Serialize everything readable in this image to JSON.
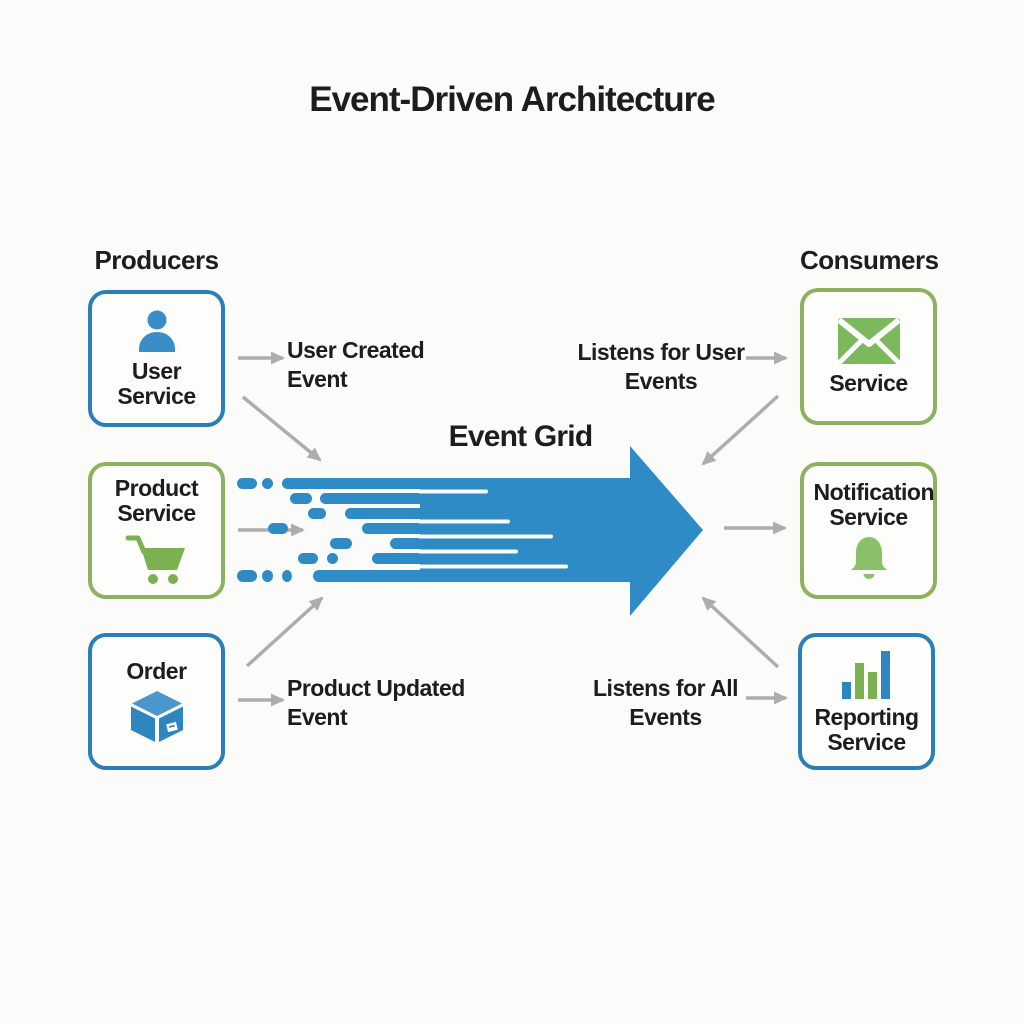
{
  "title": "Event-Driven Architecture",
  "colors": {
    "blue": "#2e86c1",
    "blue_border": "#2b7fb8",
    "green": "#7cb151",
    "green_border": "#8cb25f",
    "gray_arrow": "#adadad",
    "text": "#1d1d1f",
    "background": "#fbfbf9"
  },
  "producers": {
    "heading": "Producers",
    "boxes": [
      {
        "id": "user-service",
        "label": "User Service",
        "icon": "person-icon",
        "border": "blue"
      },
      {
        "id": "product-service",
        "label": "Product Service",
        "icon": "shopping-cart-icon",
        "border": "green"
      },
      {
        "id": "order",
        "label": "Order",
        "icon": "cube-icon",
        "border": "blue"
      }
    ]
  },
  "consumers": {
    "heading": "Consumers",
    "boxes": [
      {
        "id": "email-service",
        "label": "Service",
        "icon": "envelope-icon",
        "border": "green"
      },
      {
        "id": "notification-service",
        "label": "Notification Service",
        "icon": "bell-icon",
        "border": "green"
      },
      {
        "id": "reporting-service",
        "label": "Reporting Service",
        "icon": "bar-chart-icon",
        "border": "blue"
      }
    ]
  },
  "center": {
    "label": "Event Grid"
  },
  "edge_labels": {
    "user_created": "User Created Event",
    "product_updated": "Product Updated Event",
    "listens_user": "Listens for User Events",
    "listens_all": "Listens for All Events"
  }
}
